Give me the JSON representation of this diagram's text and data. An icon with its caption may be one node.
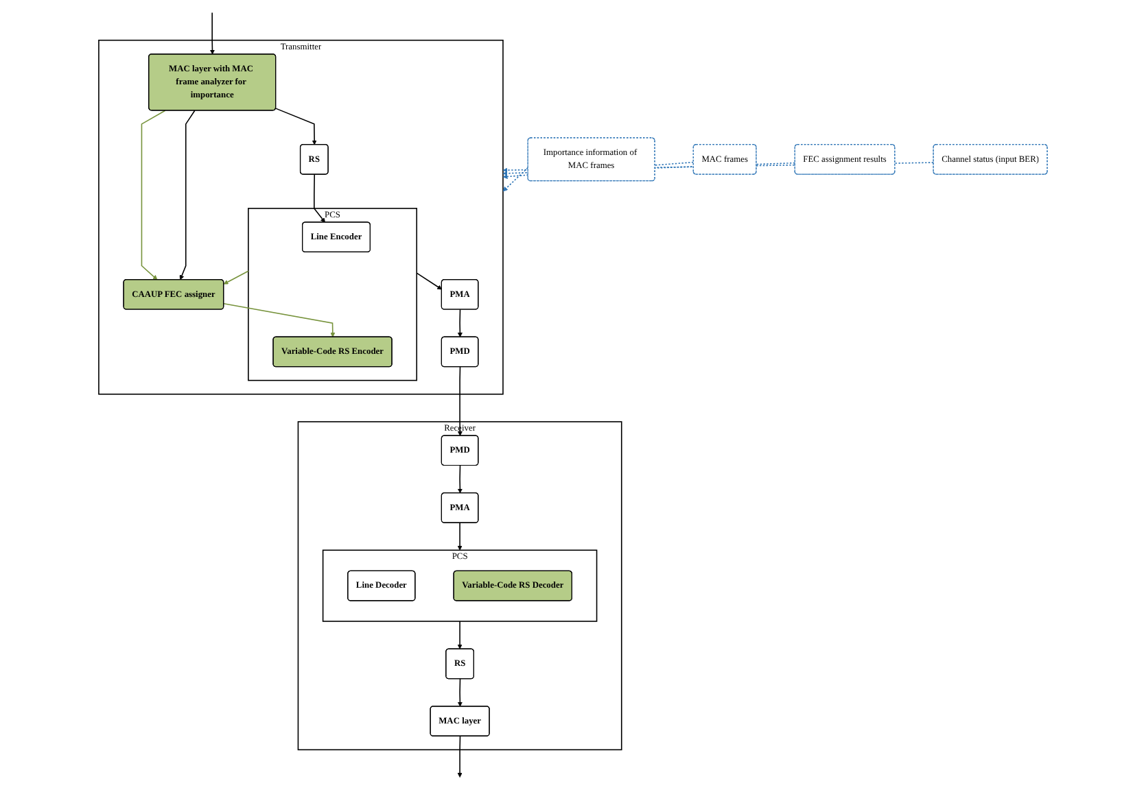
{
  "diagram": {
    "nodes": [
      {
        "text": [
          "Transmitter"
        ]
      },
      {
        "text": [
          "MAC layer with MAC frame analyzer for importance"
        ],
        "in": 0
      },
      {
        "text": [
          "CAAUP FEC assigner"
        ],
        "in": 0
      },
      {
        "text": [
          "RS"
        ],
        "in": 0
      },
      {
        "text": [
          "PCS"
        ],
        "in": 0
      },
      {
        "text": [
          "Line Encoder"
        ],
        "in": 4
      },
      {
        "text": [
          "Variable-Code RS Encoder"
        ],
        "in": 4
      },
      {
        "text": [
          "PMA"
        ],
        "in": 0
      },
      {
        "text": [
          "PMD"
        ],
        "in": 0
      },
      {
        "text": [
          "Receiver"
        ]
      },
      {
        "text": [
          "MAC layer"
        ],
        "in": 9
      },
      {
        "text": [
          "RS"
        ],
        "in": 9
      },
      {
        "text": [
          "PCS"
        ],
        "in": 9
      },
      {
        "text": [
          "Line Decoder"
        ],
        "in": 12
      },
      {
        "text": [
          "Variable-Code RS Decoder"
        ],
        "in": 12
      },
      {
        "text": [
          "PMA"
        ],
        "in": 9
      },
      {
        "text": [
          "PMD"
        ],
        "in": 9
      },
      {
        "text": [
          "Importance information of MAC frames"
        ]
      },
      {
        "text": [
          "MAC frames"
        ]
      },
      {
        "text": [
          "FEC assignment results"
        ]
      },
      {
        "text": [
          "Channel status (input BER)"
        ]
      }
    ],
    "edges": [
      {
        "from": null,
        "to": 1,
        "arrow": "to"
      },
      {
        "from": 1,
        "to": 2,
        "arrow": "to",
        "color": "#77933c"
      },
      {
        "from": 1,
        "to": 2,
        "arrow": "to"
      },
      {
        "from": 1,
        "to": 3,
        "arrow": "to"
      },
      {
        "from": 3,
        "to": 5,
        "arrow": "to"
      },
      {
        "from": 4,
        "to": 2,
        "arrow": "to",
        "color": "#77933c"
      },
      {
        "from": 2,
        "to": 6,
        "arrow": "to",
        "color": "#77933c"
      },
      {
        "from": 4,
        "to": 7,
        "arrow": "to"
      },
      {
        "from": 7,
        "to": 8,
        "arrow": "to"
      },
      {
        "from": 8,
        "to": 16,
        "arrow": "to"
      },
      {
        "from": 16,
        "to": 15,
        "arrow": "to"
      },
      {
        "from": 15,
        "to": 12,
        "arrow": "to"
      },
      {
        "from": 12,
        "to": 11,
        "arrow": "to"
      },
      {
        "from": 11,
        "to": 10,
        "arrow": "to"
      },
      {
        "from": 10,
        "to": null,
        "arrow": "to"
      },
      {
        "from": 17,
        "to": 0,
        "arrow": "to",
        "style": "dashed",
        "color": "#2e75b6"
      },
      {
        "from": 18,
        "to": 0,
        "arrow": "to",
        "style": "dashed",
        "color": "#2e75b6"
      },
      {
        "from": 19,
        "to": 0,
        "arrow": "to",
        "style": "dashed",
        "color": "#2e75b6"
      },
      {
        "from": 20,
        "to": 0,
        "arrow": "to",
        "style": "dashed",
        "color": "#2e75b6"
      }
    ]
  }
}
